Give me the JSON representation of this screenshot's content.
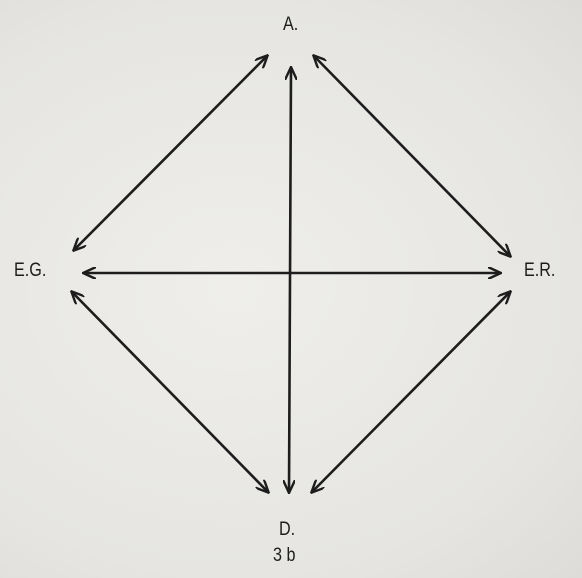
{
  "nodes": {
    "top": "A.",
    "left": "E.G.",
    "right": "E.R.",
    "bottom": "D."
  },
  "caption": "3 b",
  "colors": {
    "ink": "#1d1d1d",
    "paper": "#e9e8e4"
  }
}
